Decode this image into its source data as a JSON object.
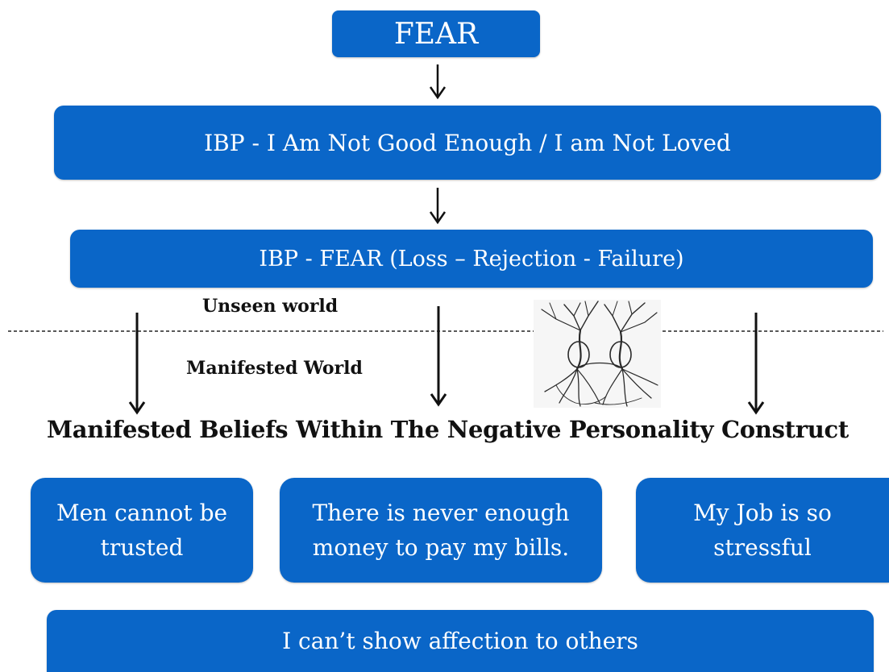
{
  "top": {
    "fear_label": "FEAR"
  },
  "ibp_primary": {
    "label": "IBP  -  I Am Not Good Enough / I am Not Loved"
  },
  "ibp_secondary": {
    "label": "IBP  -  FEAR (Loss – Rejection - Failure)"
  },
  "divider": {
    "above_label": "Unseen world",
    "below_label": "Manifested World"
  },
  "section_heading": "Manifested Beliefs Within The Negative Personality Construct",
  "beliefs": [
    {
      "line1": "Men cannot be",
      "line2": "trusted"
    },
    {
      "line1": "There is never enough",
      "line2": "money to pay my bills."
    },
    {
      "line1": "My Job is so",
      "line2": "stressful"
    }
  ],
  "bottom_belief": "I can’t show affection to others",
  "colors": {
    "box_fill": "#0a66c8",
    "box_text": "#ffffff",
    "text_dark": "#111111"
  },
  "icons": {
    "arrow": "down-arrow-icon",
    "illustration": "tree-roots-illustration"
  }
}
